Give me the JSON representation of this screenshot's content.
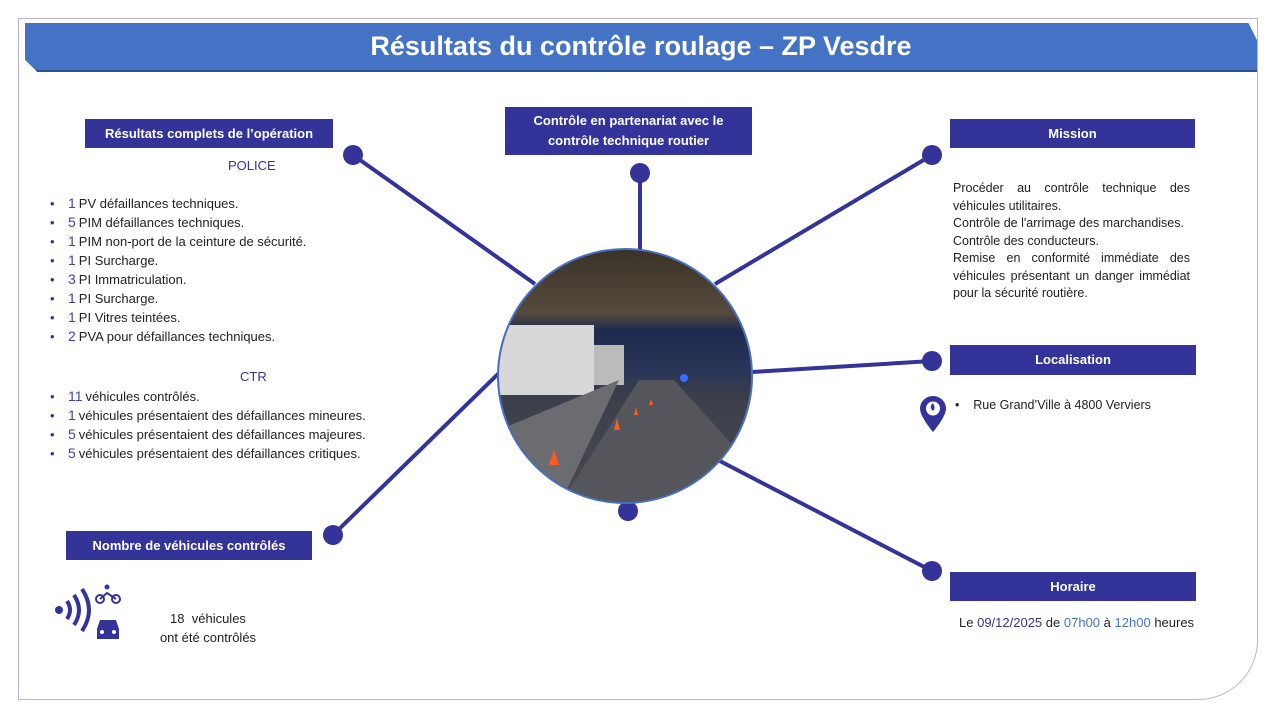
{
  "title": "Résultats du contrôle roulage – ZP Vesdre",
  "results": {
    "header": "Résultats complets de l’opération",
    "police_label": "POLICE",
    "police_items": [
      {
        "n": "1",
        "t": "PV défaillances techniques."
      },
      {
        "n": "5",
        "t": "PIM défaillances techniques."
      },
      {
        "n": "1",
        "t": "PIM non-port de la ceinture de sécurité."
      },
      {
        "n": "1",
        "t": "PI Surcharge."
      },
      {
        "n": "3",
        "t": "PI Immatriculation."
      },
      {
        "n": "1",
        "t": "PI Surcharge."
      },
      {
        "n": "1",
        "t": "PI Vitres teintées."
      },
      {
        "n": "2",
        "t": "PVA pour défaillances techniques."
      }
    ],
    "ctr_label": "CTR",
    "ctr_items": [
      {
        "n": "11",
        "t": "véhicules contrôlés."
      },
      {
        "n": "1",
        "t": "véhicules présentaient des défaillances mineures."
      },
      {
        "n": "5",
        "t": "véhicules présentaient des défaillances majeures."
      },
      {
        "n": "5",
        "t": "véhicules présentaient des défaillances critiques."
      }
    ]
  },
  "partner": {
    "header_line1": "Contrôle en partenariat avec le",
    "header_line2": "contrôle technique routier"
  },
  "mission": {
    "header": "Mission",
    "paragraphs": [
      "Procéder au contrôle technique des véhicules utilitaires.",
      "Contrôle de l'arrimage des marchandises.",
      "Contrôle des conducteurs.",
      "Remise en conformité immédiate des véhicules présentant un danger immédiat pour la sécurité routière."
    ]
  },
  "location": {
    "header": "Localisation",
    "address": "Rue Grand’Ville à 4800 Verviers"
  },
  "vehicles": {
    "header": "Nombre de véhicules contrôlés",
    "line1": "18  véhicules",
    "line2": "ont été contrôlés"
  },
  "schedule": {
    "header": "Horaire",
    "prefix": "Le",
    "date": "09/12/2025",
    "de": "de",
    "start": "07h00",
    "a": "à",
    "end": "12h00",
    "suffix": "heures"
  },
  "colors": {
    "navy": "#333399",
    "banner": "#4472C4",
    "time": "#4472C4"
  }
}
